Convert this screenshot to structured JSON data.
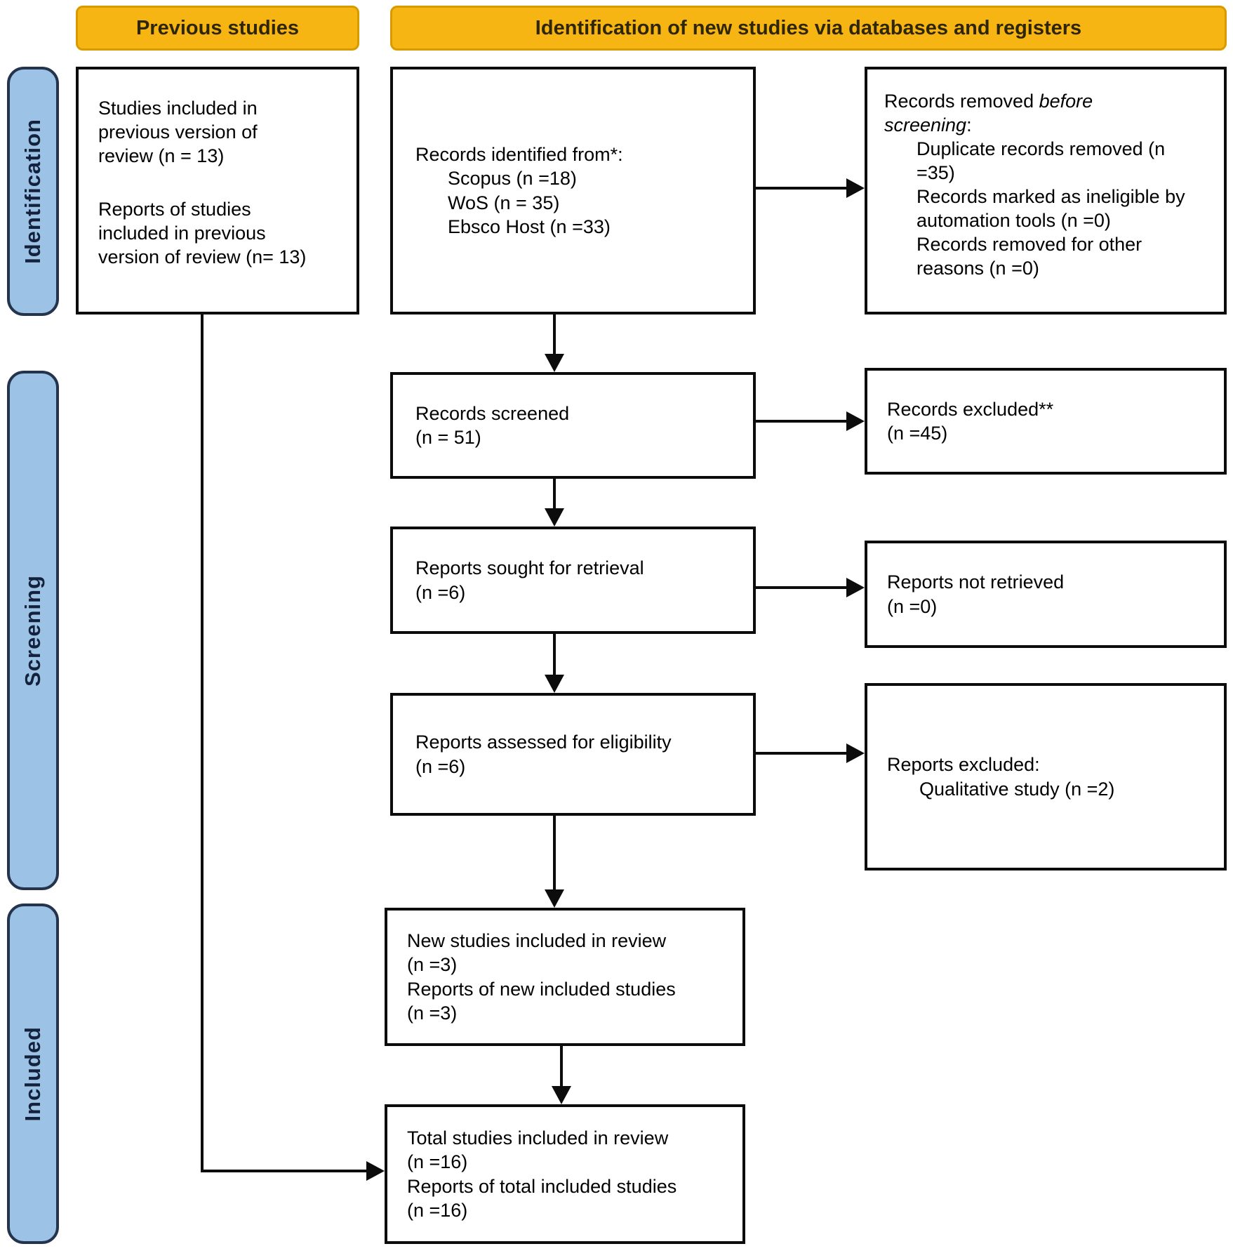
{
  "headers": {
    "previous_studies": "Previous studies",
    "identification_new": "Identification of new studies via databases and registers"
  },
  "sidebar": {
    "identification": "Identification",
    "screening": "Screening",
    "included": "Included"
  },
  "boxes": {
    "previous_studies": {
      "para1": "Studies included in previous version of review (n = 13)",
      "para2": "Reports of studies included in previous version of review (n= 13)"
    },
    "records_identified": {
      "title": "Records identified from*:",
      "items": [
        "Scopus (n =18)",
        "WoS (n = 35)",
        "Ebsco Host (n =33)"
      ]
    },
    "records_removed": {
      "title_prefix": "Records removed ",
      "title_italic": "before screening",
      "title_suffix": ":",
      "items": [
        "Duplicate records removed (n =35)",
        "Records marked as ineligible by automation tools (n =0)",
        "Records removed for other reasons (n =0)"
      ]
    },
    "records_screened": {
      "line1": "Records screened",
      "line2": "(n = 51)"
    },
    "records_excluded": {
      "line1": "Records excluded**",
      "line2": "(n =45)"
    },
    "reports_sought": {
      "line1": "Reports sought for retrieval",
      "line2": "(n =6)"
    },
    "reports_not_retrieved": {
      "line1": "Reports not retrieved",
      "line2": "(n =0)"
    },
    "reports_assessed": {
      "line1": "Reports assessed for eligibility",
      "line2": "(n =6)"
    },
    "reports_excluded": {
      "title": "Reports excluded:",
      "items": [
        "Qualitative study (n =2)"
      ]
    },
    "new_studies": {
      "line1": "New studies included in review",
      "line2": "(n =3)",
      "line3": "Reports of new included studies",
      "line4": "(n =3)"
    },
    "total_studies": {
      "line1": "Total studies included in review",
      "line2": "(n =16)",
      "line3": "Reports of total included studies",
      "line4": "(n =16)"
    }
  },
  "colors": {
    "header_bg": "#F6B513",
    "header_border": "#D79B00",
    "sidebar_bg": "#9CC3E5",
    "sidebar_border": "#24344D",
    "box_border": "#0C0C0C",
    "text": "#000000"
  }
}
